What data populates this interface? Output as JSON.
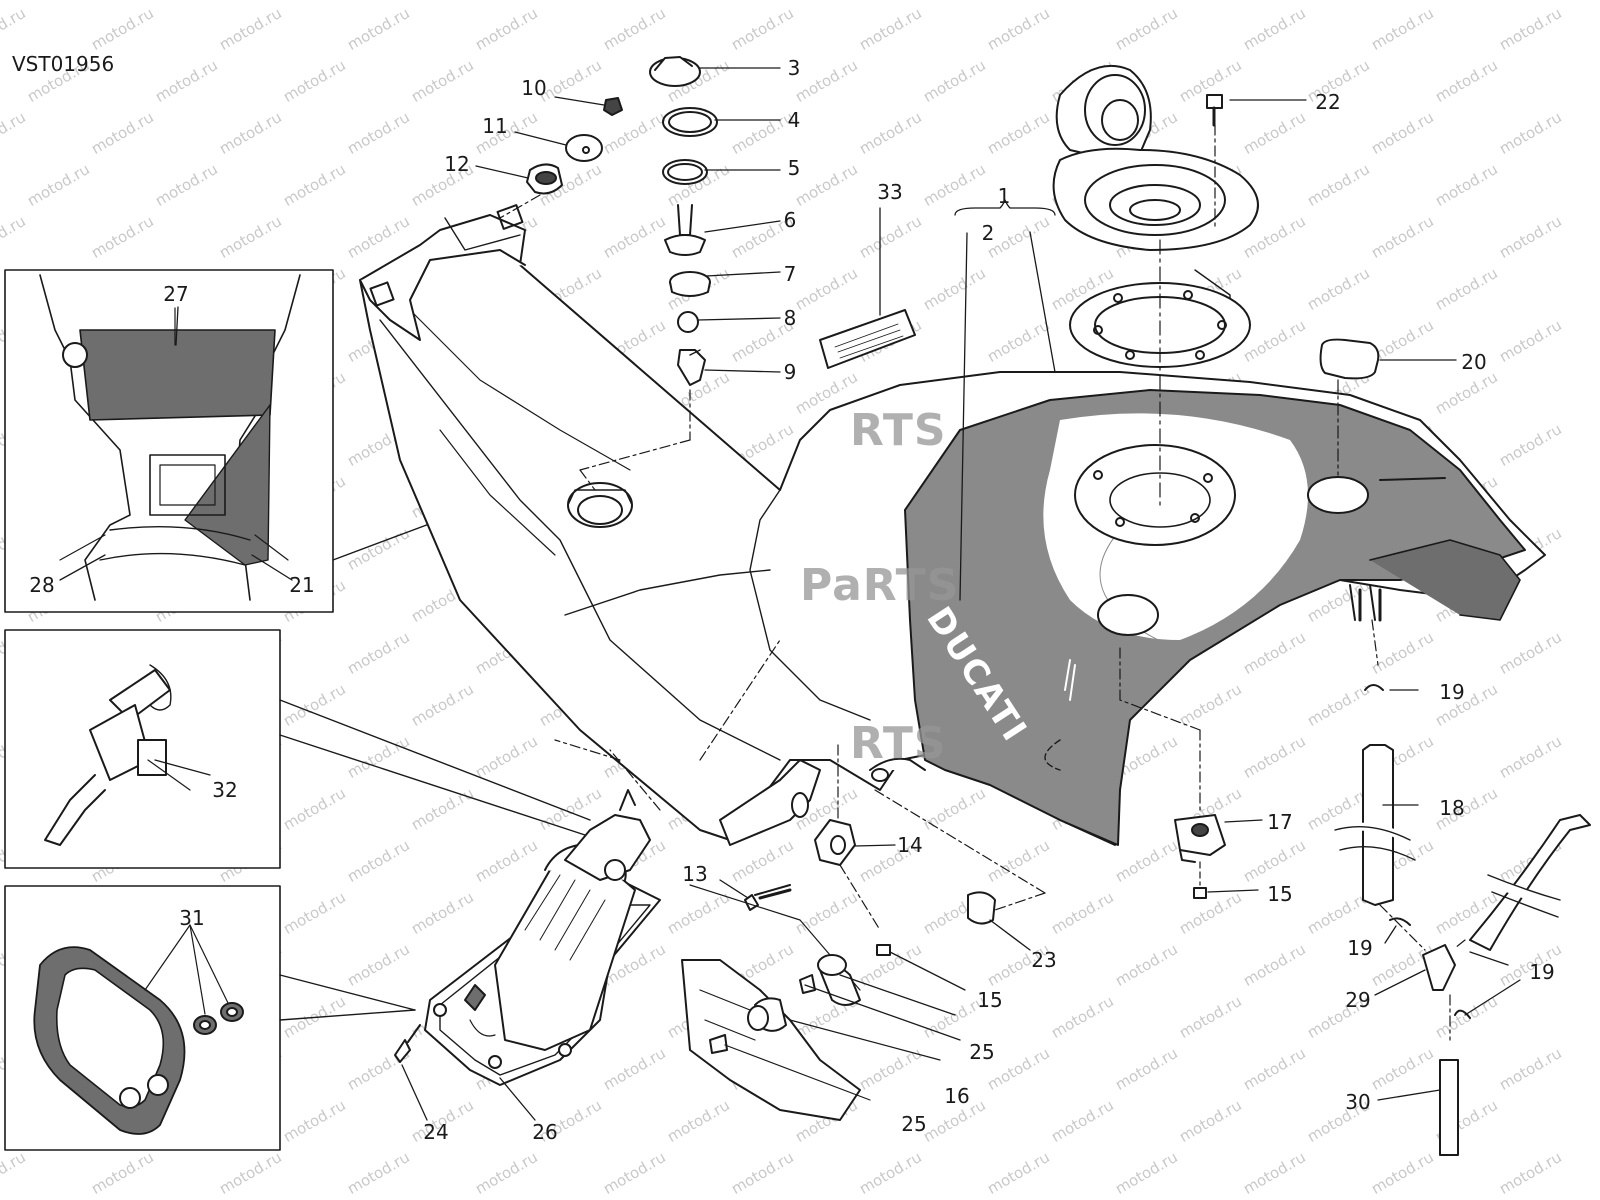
{
  "drawing_code": "VST01956",
  "brand_mark": "DUCATI",
  "watermark_text": "motod.ru",
  "parts_watermark": [
    "RTS",
    "PaRTS",
    "RTS"
  ],
  "colors": {
    "line": "#1a1a1a",
    "tank_band": "#8a8a8a",
    "inset_fill": "#6e6e6e",
    "watermark": "#c9c9c9"
  },
  "callouts": [
    {
      "id": "1",
      "label": "1"
    },
    {
      "id": "2",
      "label": "2"
    },
    {
      "id": "3",
      "label": "3"
    },
    {
      "id": "4",
      "label": "4"
    },
    {
      "id": "5",
      "label": "5"
    },
    {
      "id": "6",
      "label": "6"
    },
    {
      "id": "7",
      "label": "7"
    },
    {
      "id": "8",
      "label": "8"
    },
    {
      "id": "9",
      "label": "9"
    },
    {
      "id": "10",
      "label": "10"
    },
    {
      "id": "11",
      "label": "11"
    },
    {
      "id": "12",
      "label": "12"
    },
    {
      "id": "13",
      "label": "13"
    },
    {
      "id": "14",
      "label": "14"
    },
    {
      "id": "15a",
      "label": "15"
    },
    {
      "id": "15b",
      "label": "15"
    },
    {
      "id": "16",
      "label": "16"
    },
    {
      "id": "17",
      "label": "17"
    },
    {
      "id": "18",
      "label": "18"
    },
    {
      "id": "19a",
      "label": "19"
    },
    {
      "id": "19b",
      "label": "19"
    },
    {
      "id": "19c",
      "label": "19"
    },
    {
      "id": "20",
      "label": "20"
    },
    {
      "id": "21",
      "label": "21"
    },
    {
      "id": "22",
      "label": "22"
    },
    {
      "id": "23",
      "label": "23"
    },
    {
      "id": "24",
      "label": "24"
    },
    {
      "id": "25a",
      "label": "25"
    },
    {
      "id": "25b",
      "label": "25"
    },
    {
      "id": "26",
      "label": "26"
    },
    {
      "id": "27",
      "label": "27"
    },
    {
      "id": "28",
      "label": "28"
    },
    {
      "id": "29",
      "label": "29"
    },
    {
      "id": "30",
      "label": "30"
    },
    {
      "id": "31",
      "label": "31"
    },
    {
      "id": "32",
      "label": "32"
    },
    {
      "id": "33",
      "label": "33"
    }
  ]
}
